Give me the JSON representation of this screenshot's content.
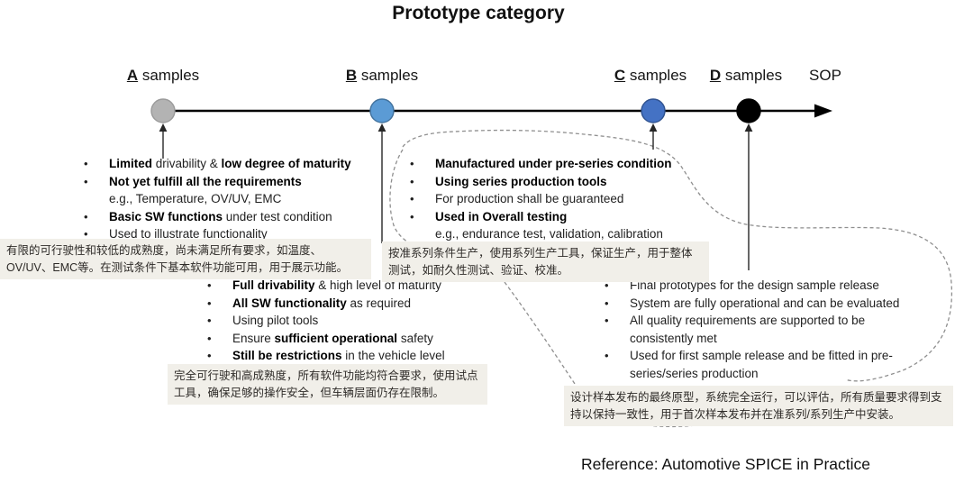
{
  "title": "Prototype category",
  "reference": "Reference: Automotive SPICE in Practice",
  "timeline": {
    "sop_label": "SOP",
    "stages": [
      {
        "letter": "A",
        "rest": " samples",
        "color": "#b3b3b3",
        "border": "#9a9a9a"
      },
      {
        "letter": "B",
        "rest": " samples",
        "color": "#5b9bd5",
        "border": "#41719c"
      },
      {
        "letter": "C",
        "rest": " samples",
        "color": "#4472c4",
        "border": "#2f528f"
      },
      {
        "letter": "D",
        "rest": " samples",
        "color": "#000000",
        "border": "#000000"
      }
    ]
  },
  "blocks": {
    "a": {
      "bullets": [
        {
          "text": "**Limited** drivability & **low degree of maturity**"
        },
        {
          "text": "**Not yet fulfill all the requirements**"
        },
        {
          "cont": true,
          "text": "e.g., Temperature, OV/UV, EMC"
        },
        {
          "text": "**Basic SW functions** under test condition"
        },
        {
          "text": "Used to illustrate functionality"
        }
      ],
      "note_zh": "有限的可行驶性和较低的成熟度，尚未满足所有要求，如温度、OV/UV、EMC等。在测试条件下基本软件功能可用，用于展示功能。"
    },
    "b": {
      "bullets": [
        {
          "text": "**Full drivability** & high level of maturity"
        },
        {
          "text": "**All SW functionality** as required"
        },
        {
          "text": "Using pilot tools"
        },
        {
          "text": "Ensure **sufficient operational** safety"
        },
        {
          "text": "**Still be restrictions** in the vehicle level"
        }
      ],
      "note_zh": "完全可行驶和高成熟度，所有软件功能均符合要求，使用试点工具，确保足够的操作安全，但车辆层面仍存在限制。"
    },
    "c": {
      "bullets": [
        {
          "text": "**Manufactured under pre-series condition**"
        },
        {
          "text": "**Using series production tools**"
        },
        {
          "text": "For production shall be guaranteed"
        },
        {
          "text": "**Used in Overall testing**"
        },
        {
          "cont": true,
          "text": "e.g., endurance test, validation, calibration"
        }
      ],
      "note_zh": "按准系列条件生产，使用系列生产工具，保证生产，用于整体测试，如耐久性测试、验证、校准。"
    },
    "d": {
      "bullets": [
        {
          "text": "Final prototypes for the design sample release"
        },
        {
          "text": "System are fully operational and can be evaluated"
        },
        {
          "text": "All quality requirements are supported to be"
        },
        {
          "cont": true,
          "text": "consistently met"
        },
        {
          "text": "Used for first sample release and be fitted in pre-"
        },
        {
          "cont": true,
          "text": "series/series production"
        }
      ],
      "note_zh": "设计样本发布的最终原型，系统完全运行，可以评估，所有质量要求得到支持以保持一致性，用于首次样本发布并在准系列/系列生产中安装。"
    }
  }
}
